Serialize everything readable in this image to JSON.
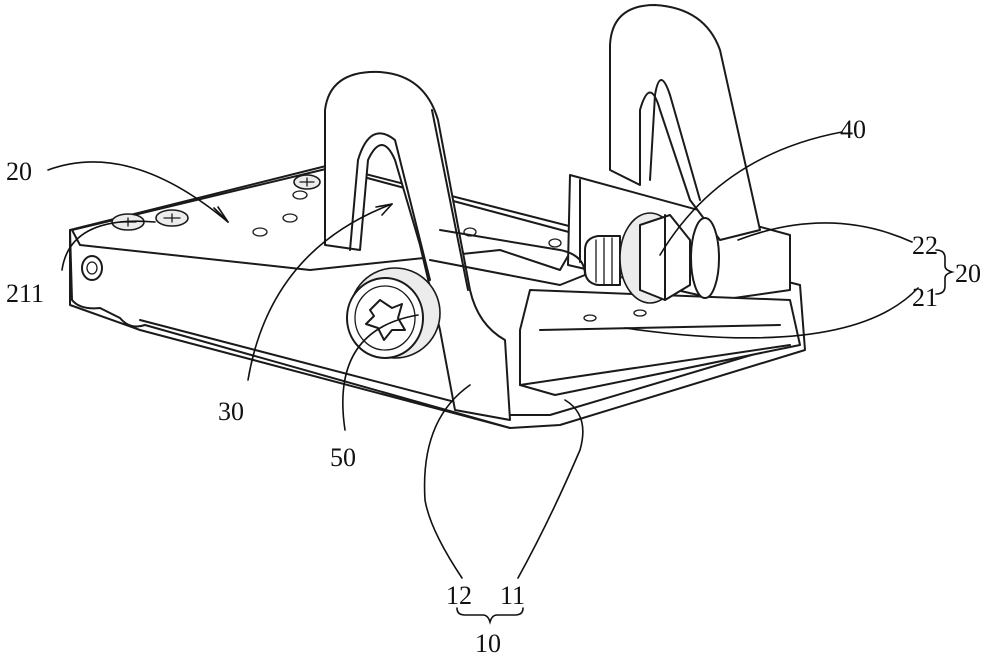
{
  "labels": {
    "l20_left": "20",
    "l211": "211",
    "l30": "30",
    "l50": "50",
    "l40": "40",
    "l22": "22",
    "l21": "21",
    "l20_right": "20",
    "l12": "12",
    "l11": "11",
    "l10": "10"
  }
}
